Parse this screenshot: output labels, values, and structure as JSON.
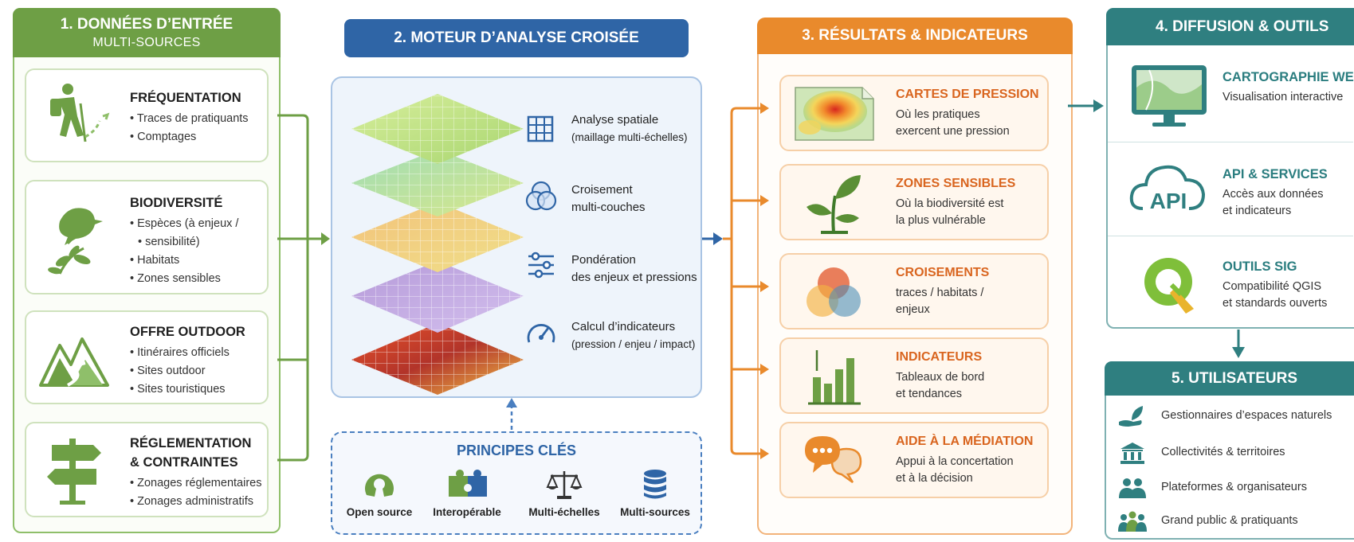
{
  "col1": {
    "title": "1. DONNÉES D’ENTRÉE",
    "subtitle": "MULTI-SOURCES",
    "cards": [
      {
        "title": "FRÉQUENTATION",
        "items": [
          "Traces de pratiquants",
          "Comptages"
        ],
        "icon": "hiker-icon"
      },
      {
        "title": "BIODIVERSITÉ",
        "items": [
          "Espèces (à enjeux /",
          "sensibilité)",
          "Habitats",
          "Zones sensibles"
        ],
        "icon": "bird-icon"
      },
      {
        "title": "OFFRE OUTDOOR",
        "items": [
          "Itinéraires officiels",
          "Sites outdoor",
          "Sites touristiques"
        ],
        "icon": "mountain-icon"
      },
      {
        "title": "RÉGLEMENTATION",
        "title2": "& CONTRAINTES",
        "items": [
          "Zonages réglementaires",
          "Zonages administratifs"
        ],
        "icon": "signpost-icon"
      }
    ]
  },
  "col2": {
    "title": "2. MOTEUR D’ANALYSE CROISÉE",
    "features": [
      {
        "label": "Analyse spatiale",
        "sub": "(maillage multi-échelles)",
        "icon": "grid-icon"
      },
      {
        "label": "Croisement",
        "sub": "multi-couches",
        "icon": "venn-icon"
      },
      {
        "label": "Pondération",
        "sub": "des enjeux et pressions",
        "icon": "sliders-icon"
      },
      {
        "label": "Calcul d’indicateurs",
        "sub": "(pression / enjeu / impact)",
        "icon": "gauge-icon"
      }
    ],
    "principles_title": "PRINCIPES CLÉS",
    "principles": [
      {
        "label": "Open source",
        "icon": "open-source-icon"
      },
      {
        "label": "Interopérable",
        "icon": "puzzle-icon"
      },
      {
        "label": "Multi-échelles",
        "icon": "balance-icon"
      },
      {
        "label": "Multi-sources",
        "icon": "database-icon"
      }
    ]
  },
  "col3": {
    "title": "3. RÉSULTATS & INDICATEURS",
    "cards": [
      {
        "title": "CARTES DE PRESSION",
        "desc1": "Où les pratiques",
        "desc2": "exercent une pression",
        "icon": "heatmap-icon"
      },
      {
        "title": "ZONES SENSIBLES",
        "desc1": "Où la biodiversité est",
        "desc2": "la plus vulnérable",
        "icon": "plant-icon"
      },
      {
        "title": "CROISEMENTS",
        "desc1": "traces / habitats /",
        "desc2": "enjeux",
        "icon": "overlap-icon"
      },
      {
        "title": "INDICATEURS",
        "desc1": "Tableaux de bord",
        "desc2": "et tendances",
        "icon": "bar-chart-icon"
      },
      {
        "title": "AIDE À LA MÉDIATION",
        "desc1": "Appui à la concertation",
        "desc2": "et à la décision",
        "icon": "speech-bubbles-icon"
      }
    ]
  },
  "col4": {
    "title": "4. DIFFUSION & OUTILS",
    "rows": [
      {
        "title": "CARTOGRAPHIE WEB",
        "desc1": "Visualisation interactive",
        "desc2": "",
        "icon": "monitor-map-icon"
      },
      {
        "title": "API & SERVICES",
        "desc1": "Accès aux données",
        "desc2": "et indicateurs",
        "icon": "api-cloud-icon",
        "icon_text": "API"
      },
      {
        "title": "OUTILS SIG",
        "desc1": "Compatibilité QGIS",
        "desc2": "et standards ouverts",
        "icon": "qgis-icon"
      }
    ]
  },
  "col5": {
    "title": "5. UTILISATEURS",
    "users": [
      {
        "label": "Gestionnaires d’espaces naturels",
        "icon": "leaf-hand-icon"
      },
      {
        "label": "Collectivités & territoires",
        "icon": "town-hall-icon"
      },
      {
        "label": "Plateformes & organisateurs",
        "icon": "people-icon"
      },
      {
        "label": "Grand public & pratiquants",
        "icon": "crowd-icon"
      }
    ]
  },
  "colors": {
    "green": "#6e9f45",
    "blue": "#2f65a6",
    "orange": "#e98a2c",
    "teal": "#2f7f80"
  }
}
